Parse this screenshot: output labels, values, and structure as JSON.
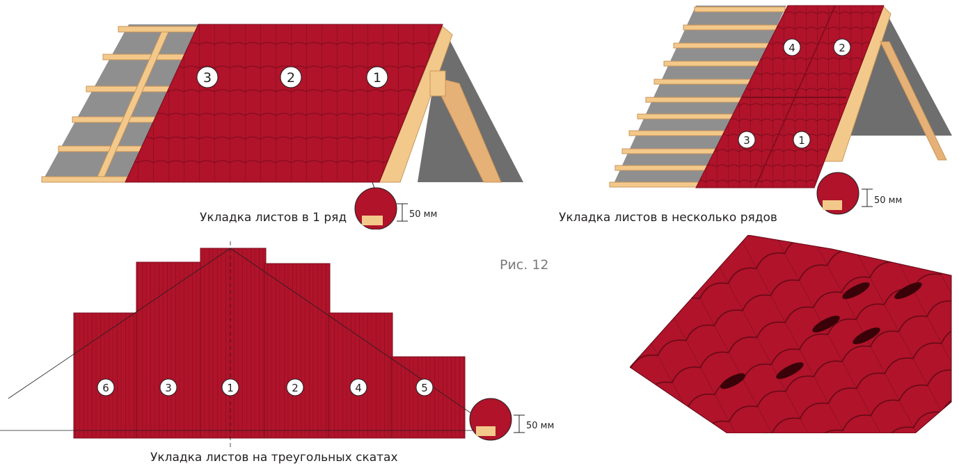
{
  "figure_label": "Рис. 12",
  "colors": {
    "tile": "#b0132a",
    "tile_line": "#7a0c1c",
    "wood": "#f3c98b",
    "wood_edge": "#c8955a",
    "membrane": "#8f8f8f",
    "gable": "#6e6e6e",
    "outline": "#231f20"
  },
  "panels": {
    "single_row": {
      "caption": "Укладка листов в 1 ряд",
      "sheets": [
        "3",
        "2",
        "1"
      ],
      "overhang": "50 мм"
    },
    "multi_row": {
      "caption": "Укладка листов в несколько рядов",
      "sheets": [
        "4",
        "2",
        "3",
        "1"
      ],
      "overhang": "50 мм"
    },
    "triangular": {
      "caption": "Укладка листов на треугольных скатах",
      "sheets": [
        "6",
        "3",
        "1",
        "2",
        "4",
        "5"
      ],
      "overhang": "50 мм"
    },
    "walking": {
      "icons": [
        "footprint-icon",
        "footprint-icon",
        "footprint-icon",
        "footprint-icon",
        "footprint-icon",
        "footprint-icon"
      ]
    }
  }
}
